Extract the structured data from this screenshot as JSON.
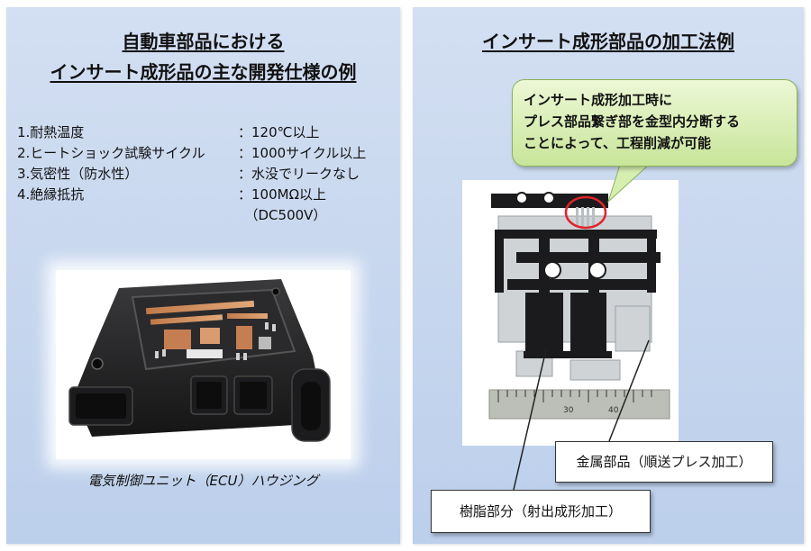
{
  "left": {
    "title_line1": "自動車部品における",
    "title_line2": "インサート成形品の主な開発仕様の例",
    "specs": [
      {
        "label": "1.耐熱温度",
        "value": "：120℃以上"
      },
      {
        "label": "2.ヒートショック試験サイクル",
        "value": "：1000サイクル以上"
      },
      {
        "label": "3.気密性（防水性）",
        "value": "：水没でリークなし"
      },
      {
        "label": "4.絶縁抵抗",
        "value": "：100MΩ以上"
      },
      {
        "label": "",
        "value": "　（DC500V）"
      }
    ],
    "caption": "電気制御ユニット（ECU）ハウジング"
  },
  "right": {
    "title": "インサート成形部品の加工法例",
    "callout": {
      "line1": "インサート成形加工時に",
      "line2": "プレス部品繋ぎ部を金型内分断する",
      "line3": "ことによって、工程削減が可能"
    },
    "metal_label": "金属部品（順送プレス加工）",
    "resin_label": "樹脂部分（射出成形加工）",
    "ruler_ticks": [
      "30",
      "40"
    ]
  },
  "colors": {
    "panel_bg": "#c9d8ef",
    "callout_bg": "#d6eeb0",
    "highlight_circle": "#e0242b"
  }
}
